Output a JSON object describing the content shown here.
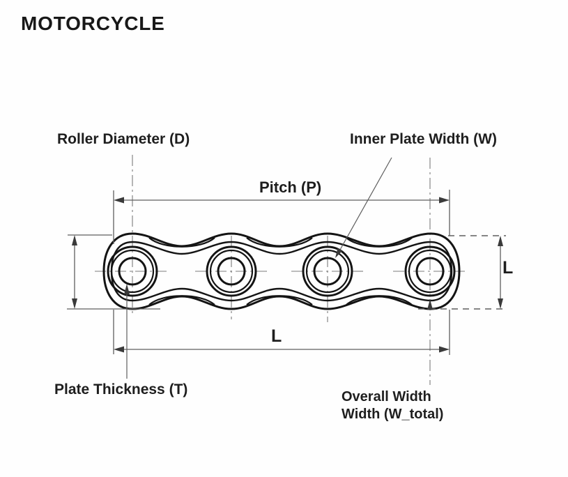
{
  "title": "MOTORCYCLE",
  "diagram": {
    "type": "technical-drawing",
    "subject": "motorcycle roller chain side view with four rollers",
    "labels": {
      "roller_diameter": "Roller Diameter (D)",
      "inner_plate_width": "Inner Plate Width (W)",
      "pitch": "Pitch (P)",
      "length_right": "L",
      "length_bottom": "L",
      "plate_thickness": "Plate Thickness (T)",
      "overall_width_line1": "Overall Width",
      "overall_width_line2": "Width (W_total)"
    },
    "colors": {
      "ink": "#1e1e1e",
      "outline": "#141414",
      "dimension_line": "#5f5f5f",
      "centerline": "#7a7a7a",
      "background": "#fefefe"
    }
  }
}
